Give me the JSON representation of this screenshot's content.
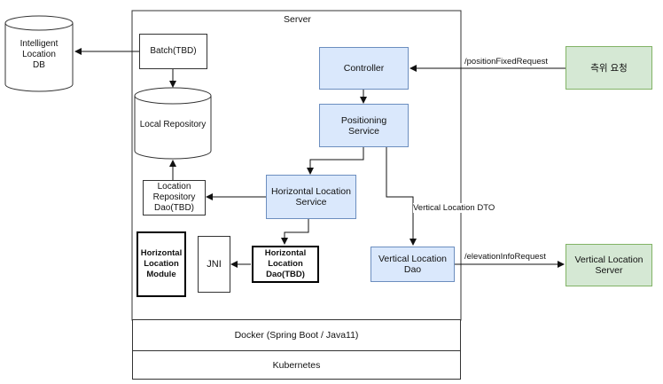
{
  "server": {
    "title": "Server"
  },
  "intelligent_db": {
    "label": "Intelligent\nLocation\nDB"
  },
  "local_repository": {
    "label": "Local Repository"
  },
  "batch": {
    "label": "Batch(TBD)"
  },
  "location_repository_dao": {
    "label": "Location\nRepository\nDao(TBD)"
  },
  "controller": {
    "label": "Controller"
  },
  "positioning_service": {
    "label": "Positioning\nService"
  },
  "horizontal_location_service": {
    "label": "Horizontal Location\nService"
  },
  "horizontal_location_module": {
    "label": "Horizontal\nLocation\nModule"
  },
  "jni": {
    "label": "JNI"
  },
  "horizontal_location_dao": {
    "label": "Horizontal\nLocation\nDao(TBD)"
  },
  "vertical_location_dao": {
    "label": "Vertical Location\nDao"
  },
  "positioning_request": {
    "label": "측위 요청"
  },
  "vertical_location_server": {
    "label": "Vertical Location\nServer"
  },
  "edges": {
    "position_fixed_request": "/positionFixedRequest",
    "elevation_info_request": "/elevationInfoRequest",
    "vertical_location_dto": "Vertical Location DTO"
  },
  "docker": {
    "label": "Docker (Spring Boot / Java11)"
  },
  "kubernetes": {
    "label": "Kubernetes"
  },
  "colors": {
    "service_fill": "#dae8fc",
    "external_fill": "#d5e8d4"
  }
}
